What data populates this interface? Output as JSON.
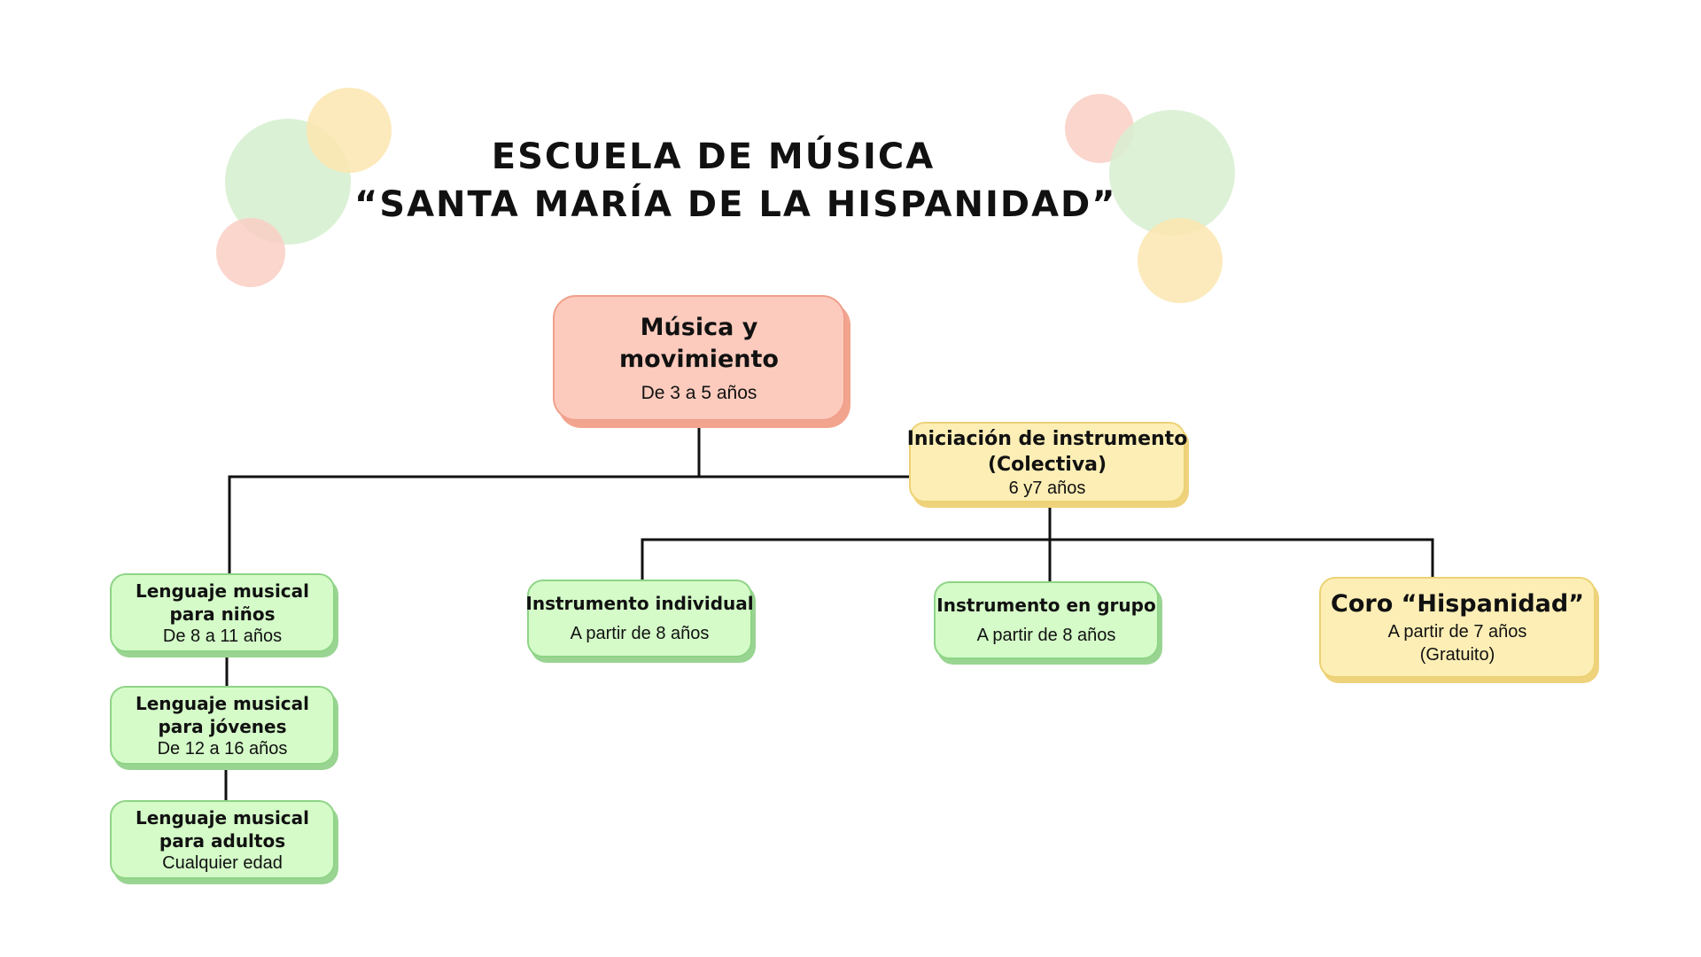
{
  "title": {
    "line1": "ESCUELA DE MÚSICA",
    "line2": "“SANTA MARÍA DE LA HISPANIDAD”"
  },
  "colors": {
    "green_fill": "#d4fbc8",
    "yellow_fill": "#fdeeb5",
    "salmon_fill": "#fdcbbd",
    "line": "#111111",
    "deco_green": "#d7efd0",
    "deco_yellow": "#fbe6b0",
    "deco_pink": "#f9cfc4"
  },
  "nodes": {
    "root": {
      "title": "Música y movimiento",
      "subtitle": "De 3 a 5 años"
    },
    "iniciacion": {
      "title": "Iniciación de instrumento",
      "title2": "(Colectiva)",
      "subtitle": "6 y7 años"
    },
    "lenguaje_ninos": {
      "title": "Lenguaje musical",
      "title2": "para niños",
      "subtitle": "De 8 a 11 años"
    },
    "lenguaje_jovenes": {
      "title": "Lenguaje musical",
      "title2": "para jóvenes",
      "subtitle": "De 12 a 16 años"
    },
    "lenguaje_adultos": {
      "title": "Lenguaje musical",
      "title2": "para adultos",
      "subtitle": "Cualquier edad"
    },
    "instrumento_individual": {
      "title": "Instrumento individual",
      "subtitle": "A partir de 8 años"
    },
    "instrumento_grupo": {
      "title": "Instrumento en grupo",
      "subtitle": "A partir de 8 años"
    },
    "coro": {
      "title": "Coro “Hispanidad”",
      "subtitle": "A partir de 7 años",
      "subtitle2": "(Gratuito)"
    }
  }
}
